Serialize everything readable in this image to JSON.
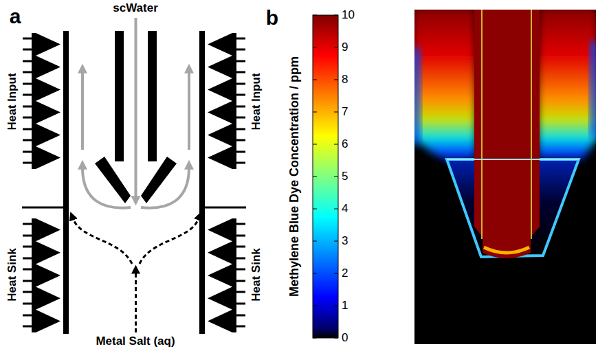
{
  "diagram": {
    "labels": [
      "a",
      "scWater",
      "Heat Input",
      "Heat Input",
      "Heat Sink",
      "Heat Sink",
      "Metal Salt (aq)",
      "b",
      "10",
      "9",
      "8",
      "7",
      "6",
      "5",
      "4",
      "3",
      "2",
      "1",
      "0",
      "Methylene Blue Dye Concentration / ppm"
    ]
  }
}
